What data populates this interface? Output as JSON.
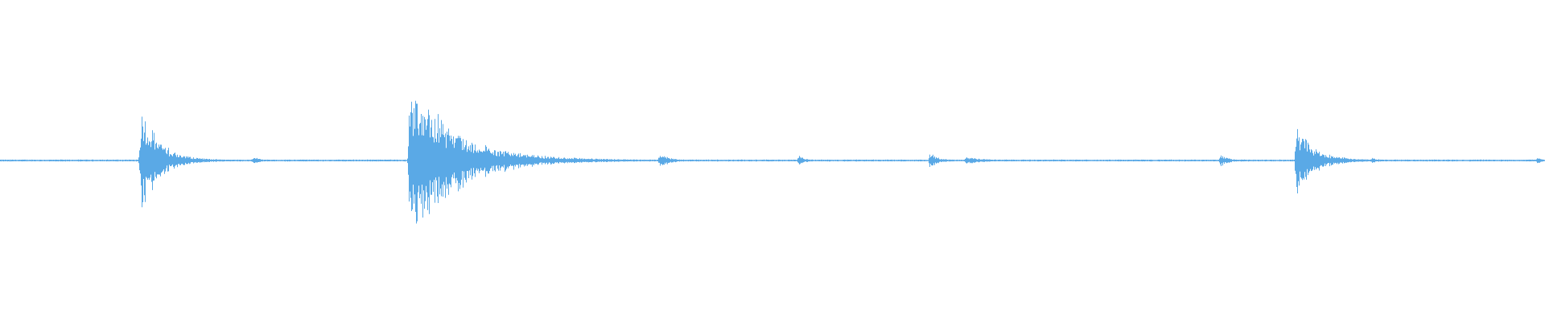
{
  "waveform": {
    "color": "#5aa9e6",
    "background": "#ffffff",
    "baseline_level": 0.5,
    "noise_amplitude": 0.006,
    "duration_fraction_bursts": [
      {
        "position": 0.091,
        "amplitude": 0.6,
        "decay": 0.012
      },
      {
        "position": 0.164,
        "amplitude": 0.04,
        "decay": 0.004
      },
      {
        "position": 0.265,
        "amplitude": 0.92,
        "decay": 0.03
      },
      {
        "position": 0.427,
        "amplitude": 0.08,
        "decay": 0.006
      },
      {
        "position": 0.517,
        "amplitude": 0.05,
        "decay": 0.004
      },
      {
        "position": 0.602,
        "amplitude": 0.09,
        "decay": 0.005
      },
      {
        "position": 0.625,
        "amplitude": 0.04,
        "decay": 0.01
      },
      {
        "position": 0.79,
        "amplitude": 0.08,
        "decay": 0.004
      },
      {
        "position": 0.839,
        "amplitude": 0.38,
        "decay": 0.012
      },
      {
        "position": 0.888,
        "amplitude": 0.03,
        "decay": 0.004
      },
      {
        "position": 0.995,
        "amplitude": 0.04,
        "decay": 0.002
      }
    ]
  }
}
